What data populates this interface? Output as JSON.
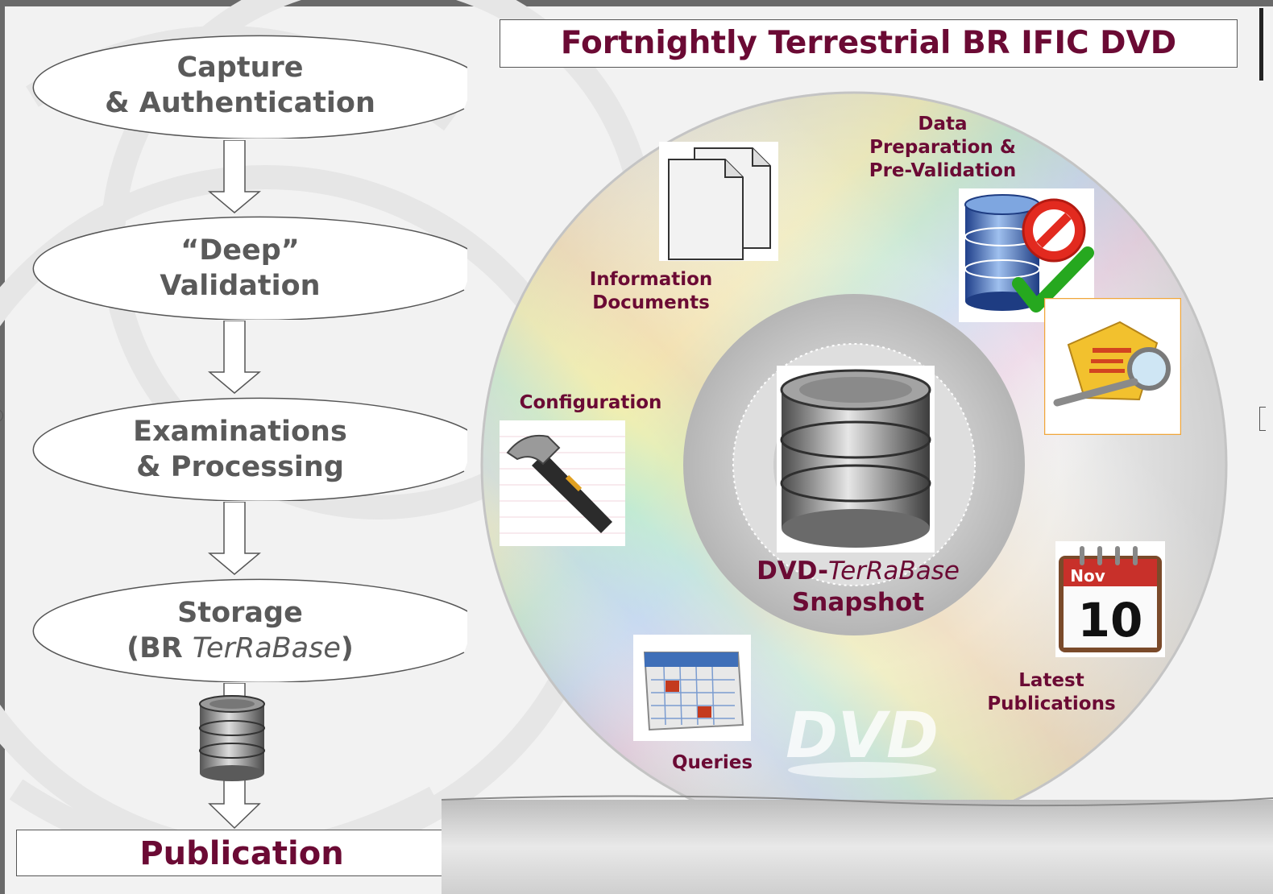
{
  "title": "Fortnightly Terrestrial BR IFIC DVD",
  "flow": {
    "capture": [
      "Capture",
      "& Authentication"
    ],
    "deep_validation": [
      "“Deep”",
      "Validation"
    ],
    "examinations": [
      "Examinations",
      "& Processing"
    ],
    "storage": {
      "line1": "Storage",
      "open": "(BR ",
      "italic": "TerRaBase",
      "close": ")"
    },
    "publication": "Publication"
  },
  "disc": {
    "labels": {
      "data_preparation": [
        "Data",
        "Preparation &",
        "Pre-Validation"
      ],
      "information_documents": [
        "Information",
        "Documents"
      ],
      "configuration": "Configuration",
      "latest_publications": [
        "Latest",
        "Publications"
      ],
      "queries": "Queries"
    },
    "center": {
      "prefix": "DVD-",
      "italic": "TerRaBase",
      "line2": "Snapshot"
    },
    "calendar": {
      "month": "Nov",
      "day": "10"
    },
    "logo_text": "DVD"
  },
  "colors": {
    "accent": "#6b0a34",
    "flow_text": "#5a5a5a",
    "frame": "#6a6a6a"
  },
  "icons": [
    "documents-icon",
    "database-validation-icon",
    "search-document-icon",
    "hammer-icon",
    "database-icon",
    "calendar-icon",
    "date-table-icon",
    "dvd-logo"
  ]
}
